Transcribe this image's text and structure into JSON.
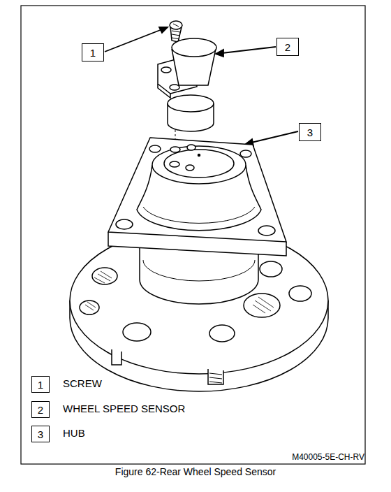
{
  "diagram": {
    "caption": "Figure 62-Rear Wheel Speed Sensor",
    "nodes": [
      {
        "text": [
          "1"
        ]
      },
      {
        "text": [
          "2"
        ]
      },
      {
        "text": [
          "3"
        ]
      },
      {
        "text": [
          "1"
        ]
      },
      {
        "text": [
          "2"
        ]
      },
      {
        "text": [
          "3"
        ]
      }
    ],
    "labels": [
      "SCREW",
      "WHEEL SPEED SENSOR",
      "HUB",
      "M40005-5E-CH-RV"
    ]
  }
}
